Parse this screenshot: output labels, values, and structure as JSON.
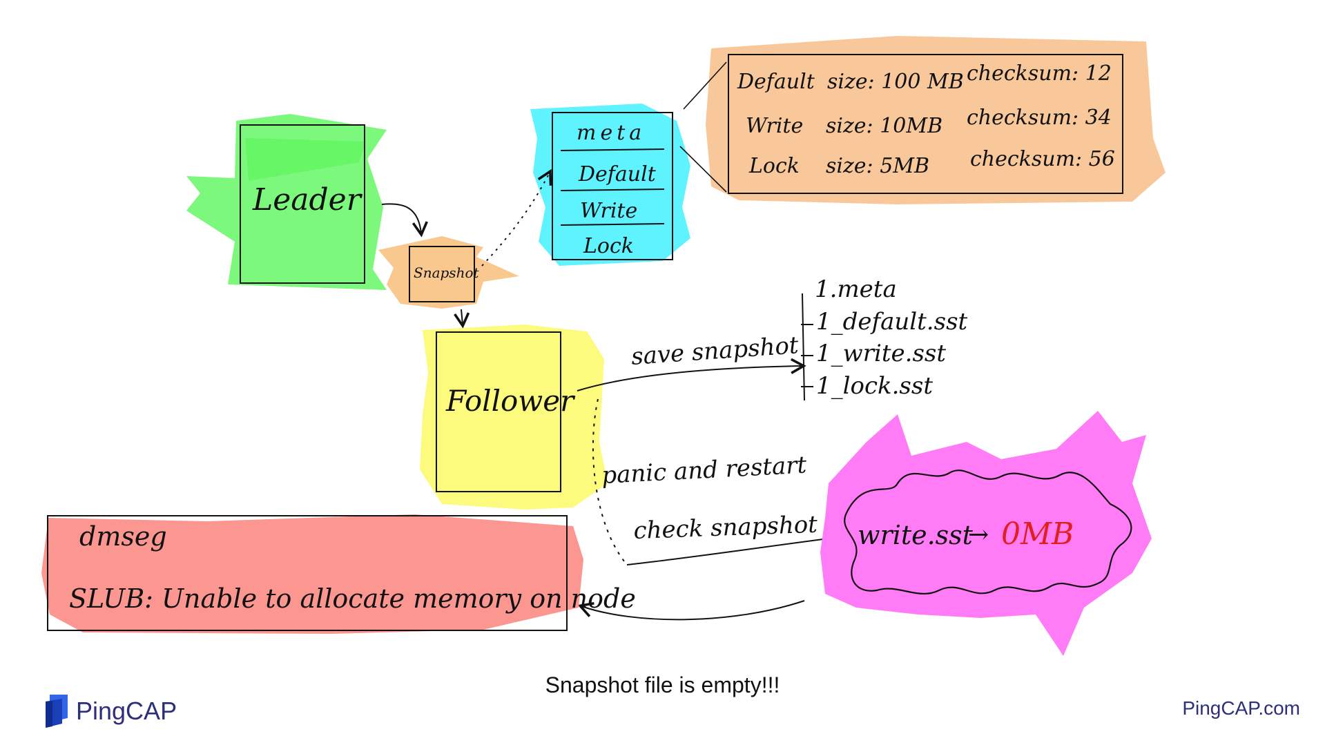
{
  "nodes": {
    "leader": "Leader",
    "follower": "Follower",
    "snapshot": "Snapshot"
  },
  "cf_stack": [
    "meta",
    "Default",
    "Write",
    "Lock"
  ],
  "cf_details": [
    {
      "name": "Default",
      "size": "size: 100 MB",
      "checksum": "checksum: 12"
    },
    {
      "name": "Write",
      "size": "size: 10MB",
      "checksum": "checksum: 34"
    },
    {
      "name": "Lock",
      "size": "size: 5MB",
      "checksum": "checksum: 56"
    }
  ],
  "save_label": "save snapshot",
  "files": [
    "1.meta",
    "1_default.sst",
    "1_write.sst",
    "1_lock.sst"
  ],
  "panic_label": "panic and restart",
  "check_label": "check snapshot",
  "result": {
    "file": "write.sst",
    "arrow": "→",
    "size": "0MB"
  },
  "dmesg": {
    "title": "dmseg",
    "message": "SLUB: Unable to allocate memory on node"
  },
  "caption": "Snapshot file is empty!!!",
  "brand": {
    "name": "PingCAP",
    "site": "PingCAP.com"
  },
  "colors": {
    "leader": "#7cf97c",
    "snapshot": "#f9c88f",
    "meta_box": "#5ff3ff",
    "detail_box": "#f9c89a",
    "follower": "#fdfb7d",
    "result_blob": "#ff7cf6",
    "dmesg_box": "#fc9690",
    "zero_mb": "#e02020"
  }
}
